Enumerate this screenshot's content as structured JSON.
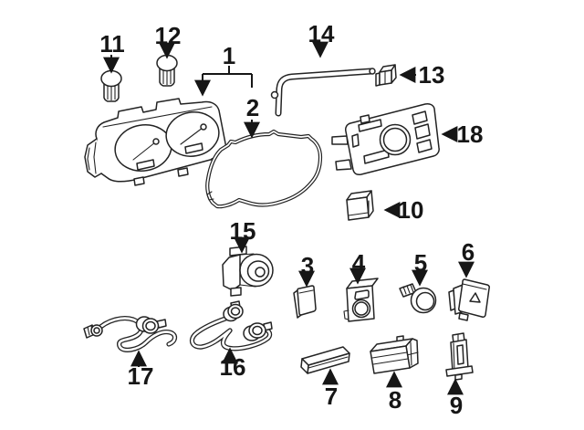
{
  "diagram": {
    "kind": "exploded-parts-diagram",
    "subject": "instrument-cluster-and-dash-switches",
    "colors": {
      "background": "#ffffff",
      "line": "#232323",
      "label": "#161616"
    }
  },
  "callouts": {
    "c1": "1",
    "c2": "2",
    "c3": "3",
    "c4": "4",
    "c5": "5",
    "c6": "6",
    "c7": "7",
    "c8": "8",
    "c9": "9",
    "c10": "10",
    "c11": "11",
    "c12": "12",
    "c13": "13",
    "c14": "14",
    "c15": "15",
    "c16": "16",
    "c17": "17",
    "c18": "18"
  }
}
